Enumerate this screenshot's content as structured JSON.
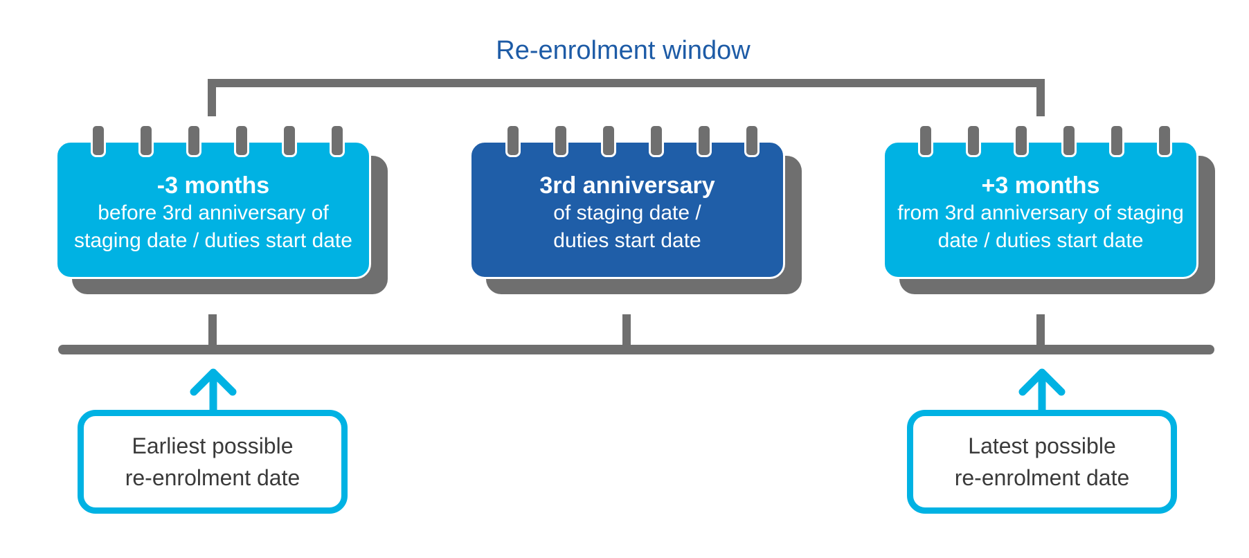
{
  "title": "Re-enrolment window",
  "colors": {
    "light_blue": "#00b2e3",
    "dark_blue": "#1f5ea8",
    "gray": "#6f6f6f",
    "title_blue": "#1d5ba6"
  },
  "calendars": [
    {
      "heading": "-3 months",
      "line1": "before 3rd anniversary of",
      "line2": "staging date / duties start date",
      "style": "light"
    },
    {
      "heading": "3rd anniversary",
      "line1": "of staging date /",
      "line2": "duties start date",
      "style": "dark"
    },
    {
      "heading": "+3 months",
      "line1": "from 3rd anniversary of staging",
      "line2": "date / duties start date",
      "style": "light"
    }
  ],
  "markers": [
    {
      "line1": "Earliest possible",
      "line2": "re-enrolment date",
      "icon": "up-arrow-icon"
    },
    {
      "line1": "Latest possible",
      "line2": "re-enrolment date",
      "icon": "up-arrow-icon"
    }
  ]
}
